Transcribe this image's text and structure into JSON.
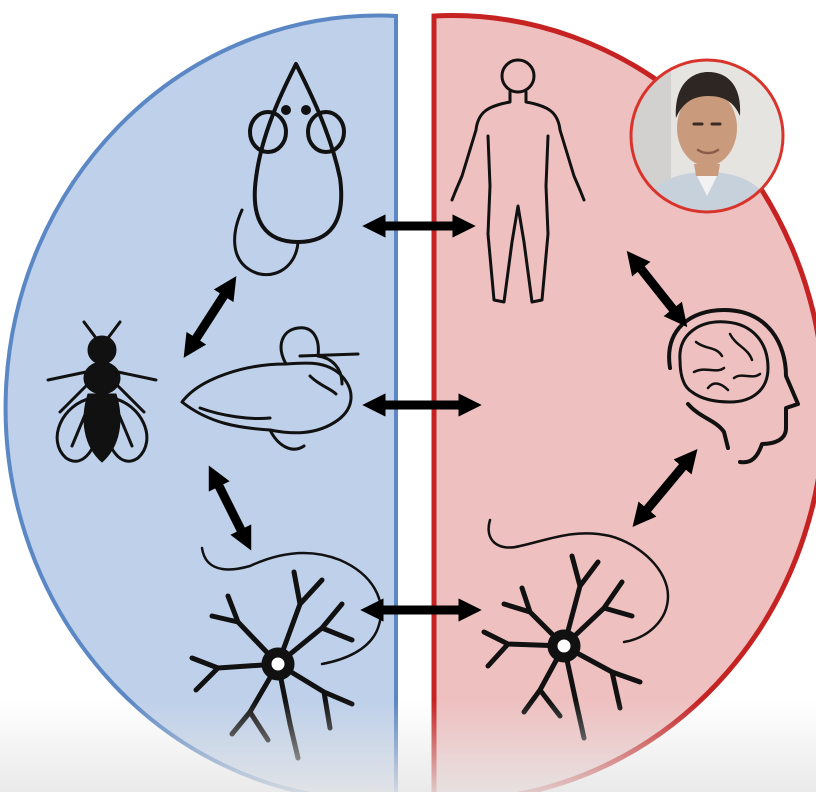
{
  "colors": {
    "model_panel_fill": "#bed0ea",
    "model_panel_border": "#5b87c4",
    "human_panel_fill": "#efc0c0",
    "human_panel_border": "#c62222",
    "icon_stroke": "#111111",
    "arrow": "#000000",
    "portrait_border": "#d9342b"
  },
  "left_panel": {
    "icons": [
      "fly-icon",
      "mouse-icon",
      "rodent-brain-icon",
      "neuron-in-brain-icon"
    ]
  },
  "right_panel": {
    "icons": [
      "human-body-icon",
      "human-head-brain-icon",
      "neuron-in-brain-icon"
    ],
    "portrait": "person-photo"
  },
  "arrows": [
    "mouse-to-human",
    "rodent-brain-to-human-brain",
    "neuron-to-neuron",
    "mouse-to-rodent-brain",
    "rodent-brain-to-neuron",
    "human-body-to-head",
    "head-to-neuron"
  ]
}
